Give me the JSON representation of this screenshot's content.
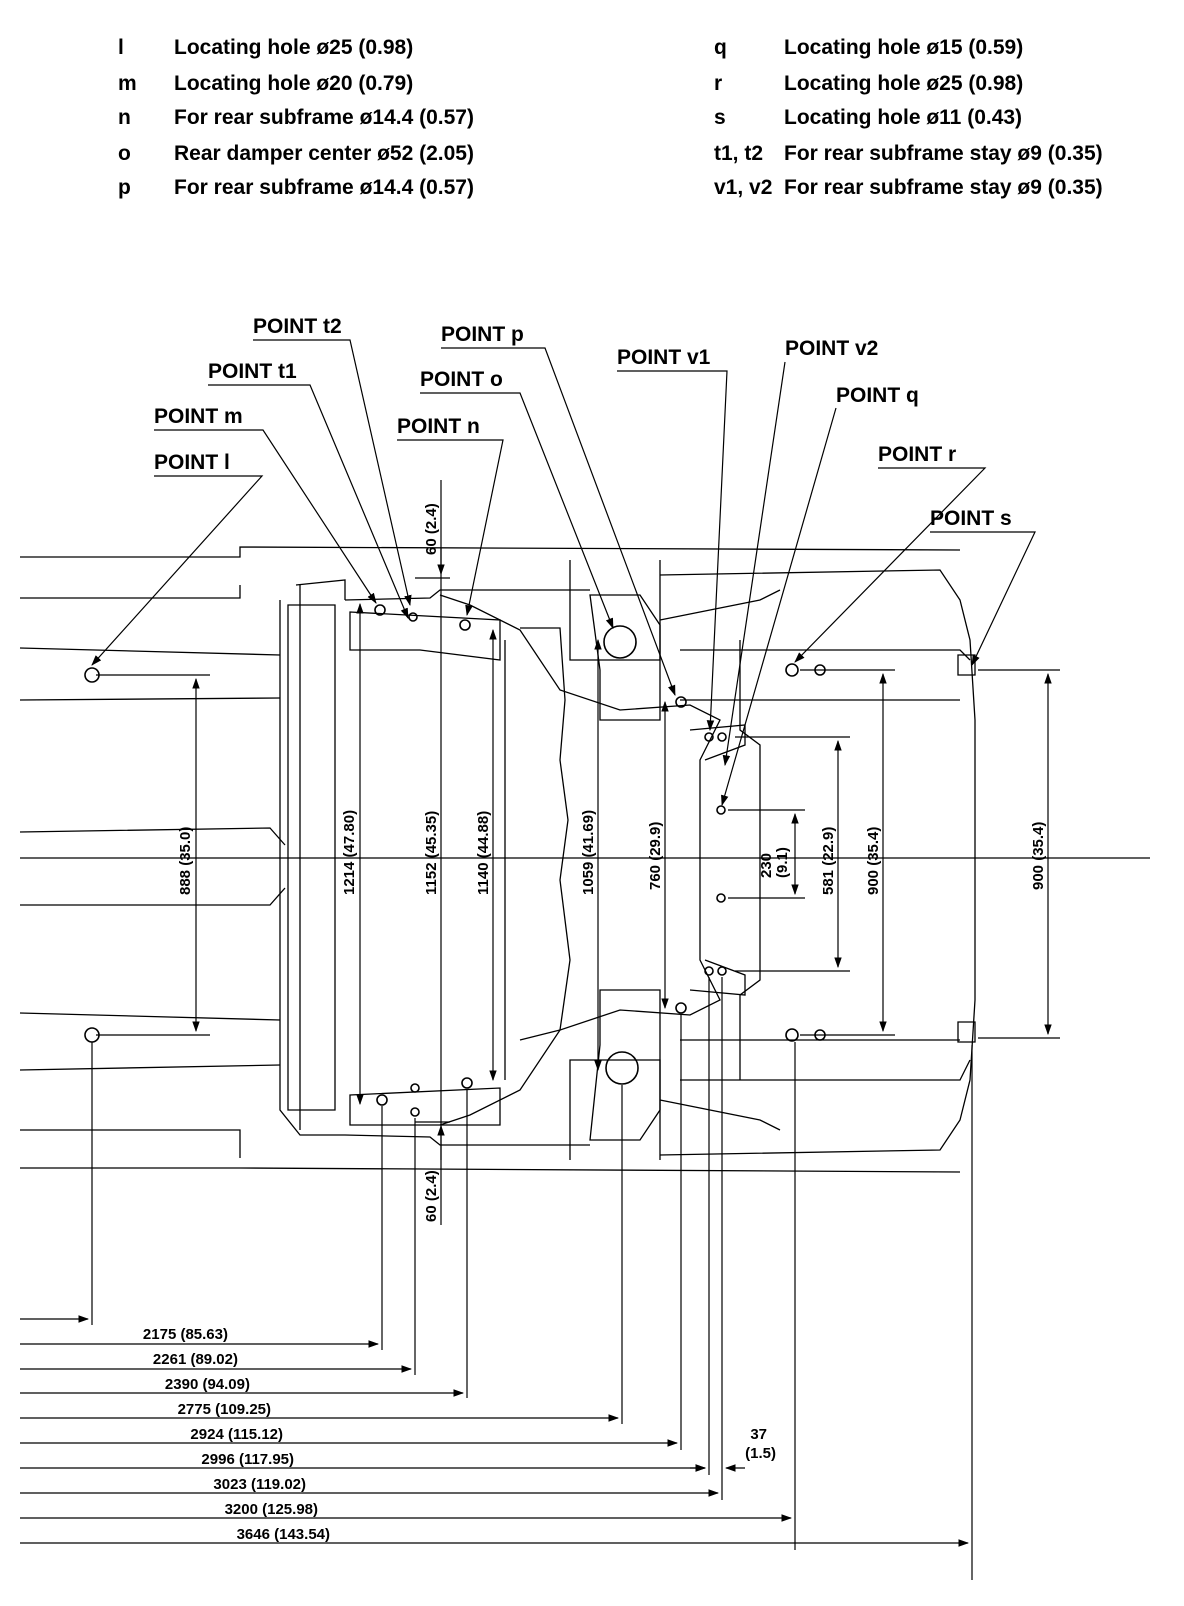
{
  "legend": {
    "left": [
      {
        "code": "l",
        "desc": "Locating hole ø25 (0.98)"
      },
      {
        "code": "m",
        "desc": "Locating hole ø20 (0.79)"
      },
      {
        "code": "n",
        "desc": "For rear subframe ø14.4 (0.57)"
      },
      {
        "code": "o",
        "desc": "Rear damper center ø52 (2.05)"
      },
      {
        "code": "p",
        "desc": "For rear subframe ø14.4 (0.57)"
      }
    ],
    "right": [
      {
        "code": "q",
        "desc": "Locating hole ø15 (0.59)"
      },
      {
        "code": "r",
        "desc": "Locating hole ø25 (0.98)"
      },
      {
        "code": "s",
        "desc": "Locating hole ø11 (0.43)"
      },
      {
        "code": "t1, t2",
        "desc": "For rear subframe stay ø9 (0.35)"
      },
      {
        "code": "v1, v2",
        "desc": "For rear subframe stay ø9 (0.35)"
      }
    ]
  },
  "points": {
    "t2": "POINT t2",
    "p": "POINT p",
    "v1": "POINT v1",
    "v2": "POINT v2",
    "t1": "POINT t1",
    "o": "POINT o",
    "q": "POINT q",
    "m": "POINT m",
    "n": "POINT n",
    "r": "POINT r",
    "l": "POINT l",
    "s": "POINT s"
  },
  "vertical_dims": {
    "d888": "888 (35.0)",
    "d1214": "1214 (47.80)",
    "d1152": "1152 (45.35)",
    "d1140": "1140 (44.88)",
    "d1059": "1059 (41.69)",
    "d760": "760 (29.9)",
    "d230a": "230",
    "d230b": "(9.1)",
    "d581": "581 (22.9)",
    "d900a": "900 (35.4)",
    "d900b": "900 (35.4)",
    "d60top": "60 (2.4)",
    "d60bot": "60 (2.4)"
  },
  "horizontal_dims": [
    "2175 (85.63)",
    "2261 (89.02)",
    "2390 (94.09)",
    "2775 (109.25)",
    "2924 (115.12)",
    "2996 (117.95)",
    "3023 (119.02)",
    "3200 (125.98)",
    "3646 (143.54)"
  ],
  "offset_dim": {
    "value": "37",
    "inch": "(1.5)"
  }
}
